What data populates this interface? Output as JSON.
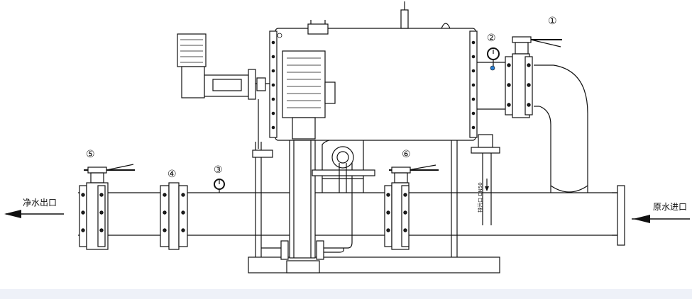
{
  "labels": {
    "outlet": "净水出口",
    "inlet": "原水进口",
    "drain": "排污口 DN50"
  },
  "markers": [
    "①",
    "②",
    "③",
    "④",
    "⑤",
    "⑥"
  ],
  "colors": {
    "line": "#111111",
    "background": "#ffffff",
    "footer": "#eef1f8",
    "gauge_dot": "#2a7fd4"
  }
}
